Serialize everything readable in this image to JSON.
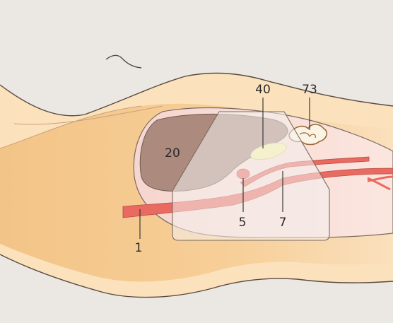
{
  "labels": {
    "l1": "1",
    "l5": "5",
    "l7": "7",
    "l20": "20",
    "l40": "40",
    "l73": "73"
  },
  "colors": {
    "background": "#ebe7e3",
    "skin": "#fbe2bd",
    "tissue": "#f5c98e",
    "abdomen": "#f9ddd6",
    "liver": "#ac8a7e",
    "vessel": "#e96a60",
    "gallbladder": "#f6f1a8",
    "probe_field": "#f4f1ee"
  }
}
